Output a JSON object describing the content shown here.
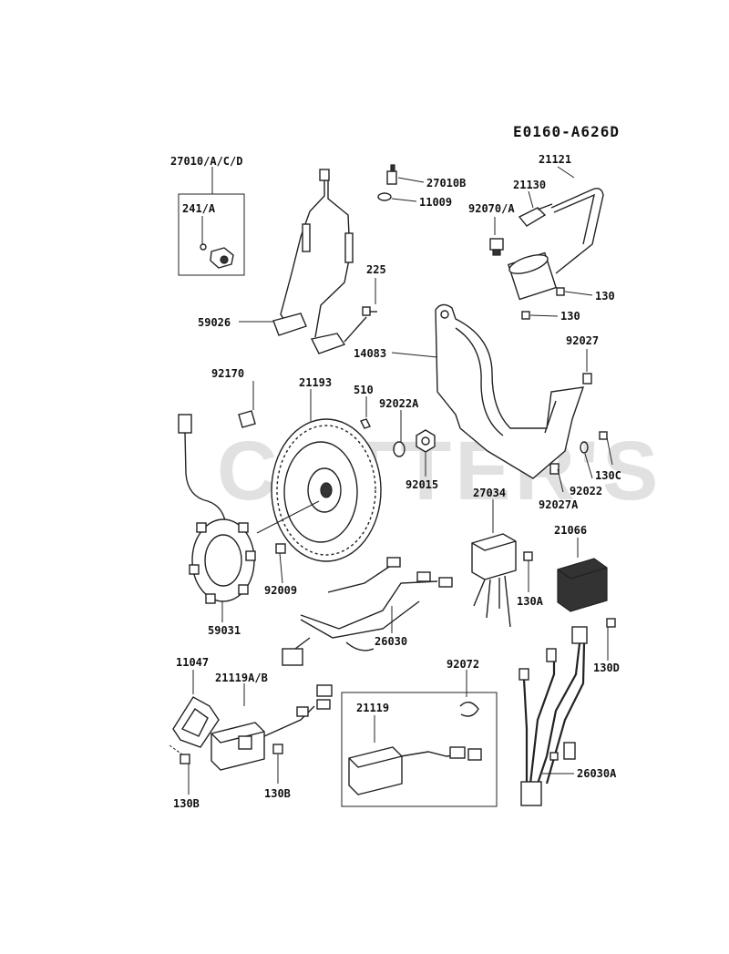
{
  "diagram_code": "E0160-A626D",
  "watermark": "CUTTER'S",
  "labels": {
    "p27010": "27010/A/C/D",
    "p241": "241/A",
    "p27010b": "27010B",
    "p11009": "11009",
    "p21130": "21130",
    "p21121": "21121",
    "p92070": "92070/A",
    "p225": "225",
    "p59026": "59026",
    "p130_top": "130",
    "p130_mid": "130",
    "p14083": "14083",
    "p92027": "92027",
    "p92170": "92170",
    "p21193": "21193",
    "p510": "510",
    "p92022a": "92022A",
    "p92015": "92015",
    "p130c": "130C",
    "p92022": "92022",
    "p92027a": "92027A",
    "p27034": "27034",
    "p21066": "21066",
    "p92009": "92009",
    "p130a": "130A",
    "p59031": "59031",
    "p26030": "26030",
    "p130d": "130D",
    "p11047": "11047",
    "p21119ab": "21119A/B",
    "p92072": "92072",
    "p21119": "21119",
    "p130b_left": "130B",
    "p130b_right": "130B",
    "p26030a": "26030A"
  }
}
